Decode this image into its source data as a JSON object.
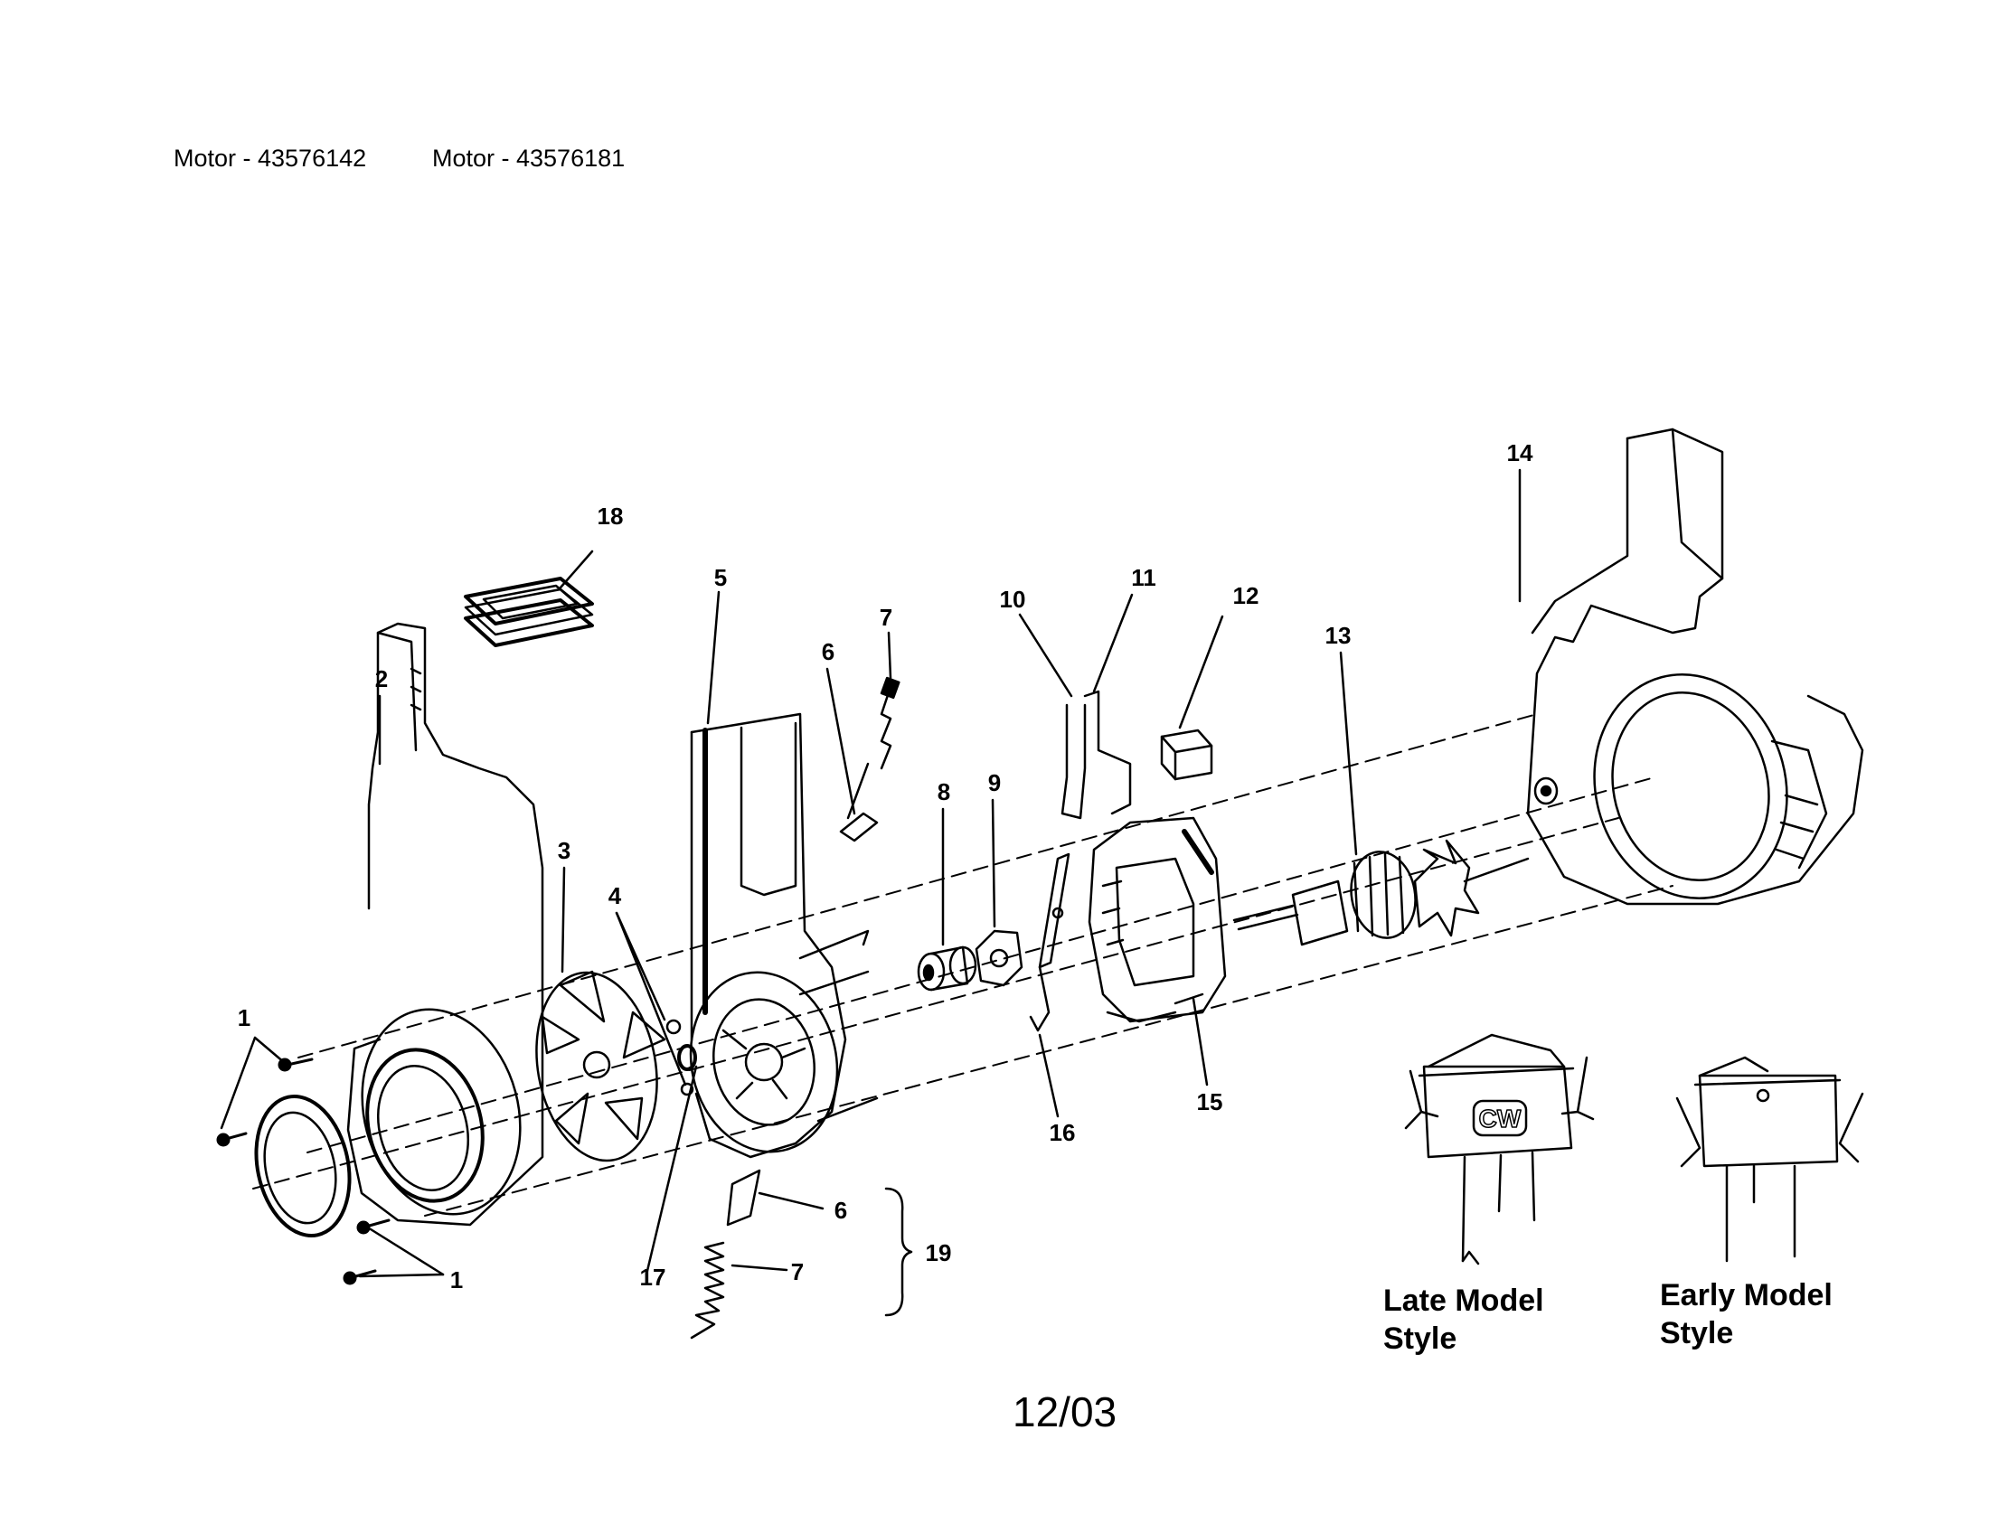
{
  "header": {
    "motor_a": "Motor - 43576142",
    "motor_b": "Motor - 43576181"
  },
  "callouts": [
    {
      "id": "c1a",
      "label": "1"
    },
    {
      "id": "c1b",
      "label": "1"
    },
    {
      "id": "c2",
      "label": "2"
    },
    {
      "id": "c3",
      "label": "3"
    },
    {
      "id": "c4",
      "label": "4"
    },
    {
      "id": "c5",
      "label": "5"
    },
    {
      "id": "c6a",
      "label": "6"
    },
    {
      "id": "c6b",
      "label": "6"
    },
    {
      "id": "c7a",
      "label": "7"
    },
    {
      "id": "c7b",
      "label": "7"
    },
    {
      "id": "c8",
      "label": "8"
    },
    {
      "id": "c9",
      "label": "9"
    },
    {
      "id": "c10",
      "label": "10"
    },
    {
      "id": "c11",
      "label": "11"
    },
    {
      "id": "c12",
      "label": "12"
    },
    {
      "id": "c13",
      "label": "13"
    },
    {
      "id": "c14",
      "label": "14"
    },
    {
      "id": "c15",
      "label": "15"
    },
    {
      "id": "c16",
      "label": "16"
    },
    {
      "id": "c17",
      "label": "17"
    },
    {
      "id": "c18",
      "label": "18"
    },
    {
      "id": "c19",
      "label": "19"
    }
  ],
  "switch_mark": "CW",
  "captions": {
    "late_line1": "Late Model",
    "late_line2": "Style",
    "early_line1": "Early Model",
    "early_line2": "Style"
  },
  "footer": {
    "date": "12/03"
  }
}
